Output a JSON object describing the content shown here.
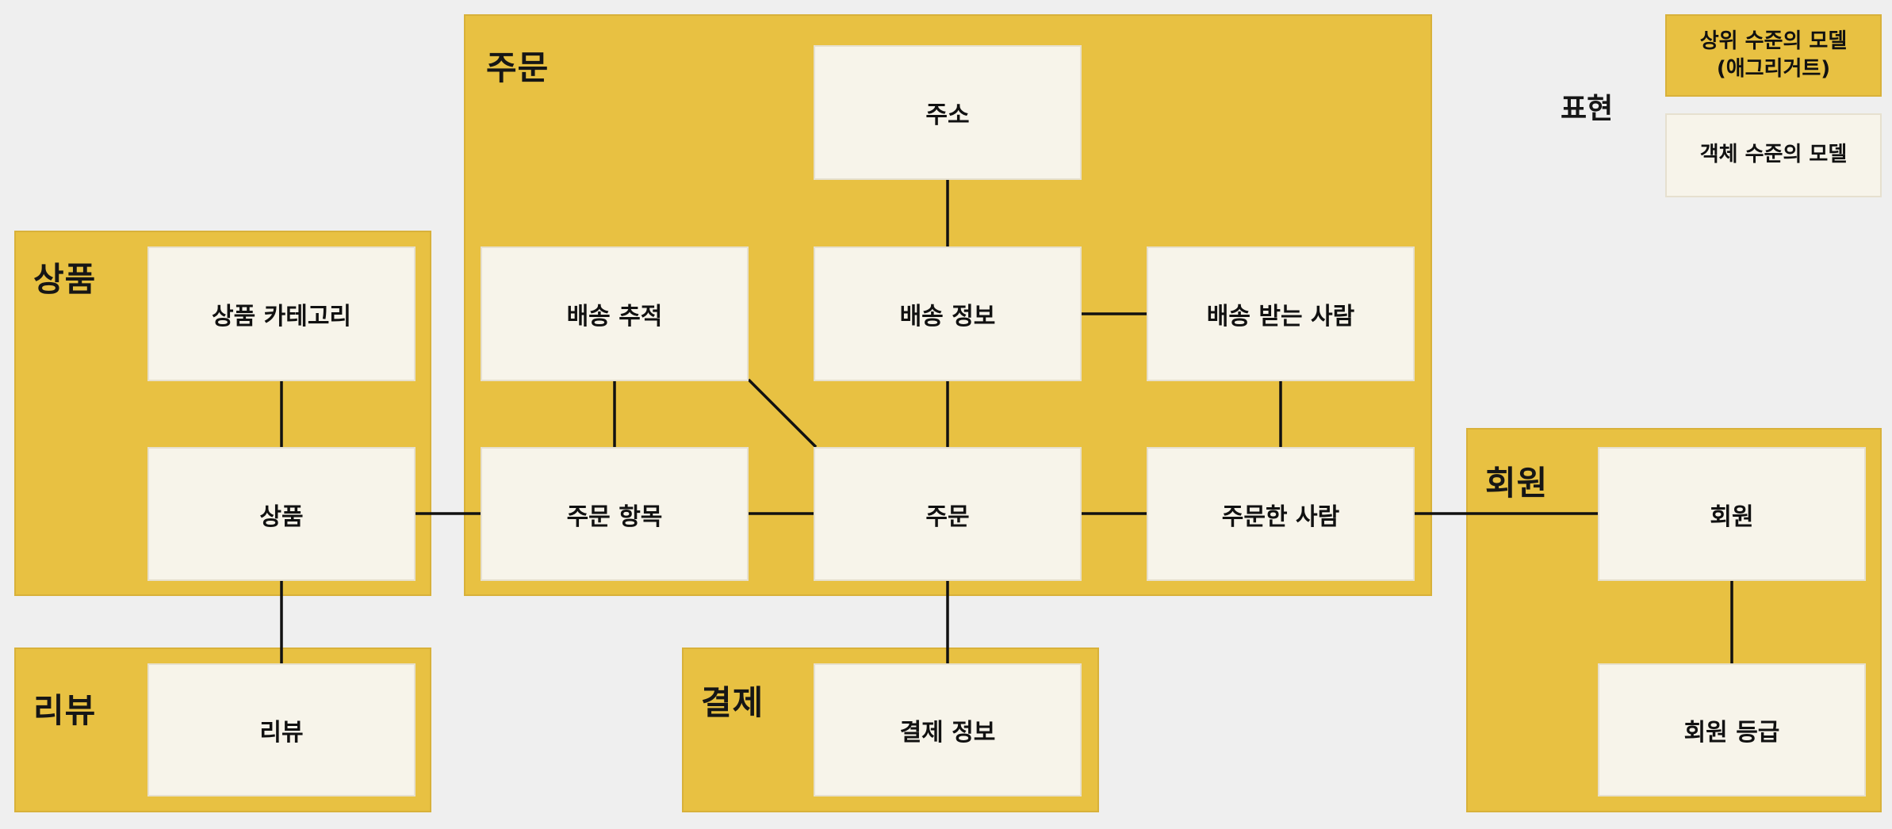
{
  "aggregates": {
    "order": {
      "title": "주문"
    },
    "product": {
      "title": "상품"
    },
    "review": {
      "title": "리뷰"
    },
    "payment": {
      "title": "결제"
    },
    "member": {
      "title": "회원"
    }
  },
  "objects": {
    "address": "주소",
    "delivery_tracking": "배송 추적",
    "delivery_info": "배송 정보",
    "recipient": "배송 받는 사람",
    "order_item": "주문 항목",
    "order": "주문",
    "orderer": "주문한 사람",
    "product_category": "상품 카테고리",
    "product": "상품",
    "review": "리뷰",
    "payment_info": "결제 정보",
    "member": "회원",
    "member_grade": "회원 등급"
  },
  "legend": {
    "title": "표현",
    "aggregate_line1": "상위 수준의 모델",
    "aggregate_line2": "(애그리거트)",
    "object_model": "객체 수준의 모델"
  },
  "colors": {
    "aggregate_fill": "#e8c142",
    "object_fill": "#f7f4ea",
    "line": "#111111",
    "background": "#efefef"
  }
}
